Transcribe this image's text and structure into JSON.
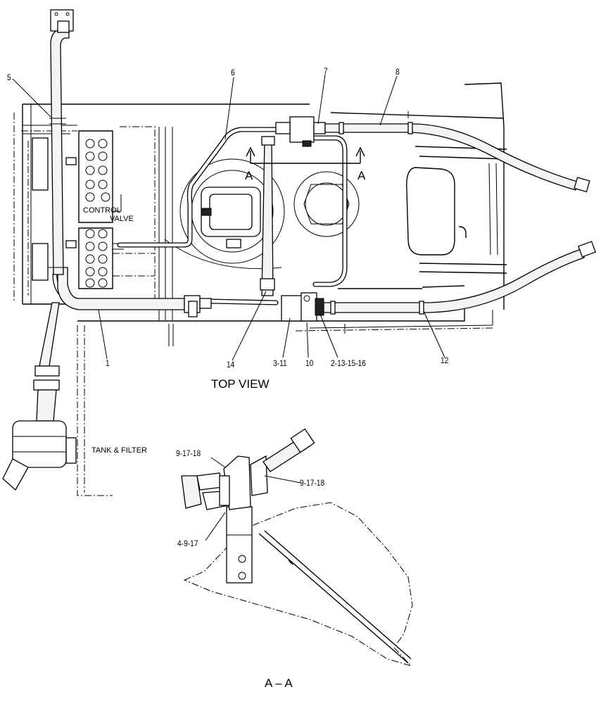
{
  "views": {
    "top_view_title": "TOP VIEW",
    "section_title": "A – A",
    "section_marker_left": "A",
    "section_marker_right": "A"
  },
  "component_labels": {
    "control_valve_line1": "CONTROL",
    "control_valve_line2": "VALVE",
    "tank_filter": "TANK & FILTER"
  },
  "callouts": {
    "c1": "1",
    "c5": "5",
    "c6": "6",
    "c7": "7",
    "c8": "8",
    "c12": "12",
    "c14": "14",
    "c3_11": "3-11",
    "c10": "10",
    "c2_13_15_16": "2-13-15-16",
    "c9_17_18_left": "9-17-18",
    "c9_17_18_right": "9-17-18",
    "c4_9_17": "4-9-17"
  }
}
